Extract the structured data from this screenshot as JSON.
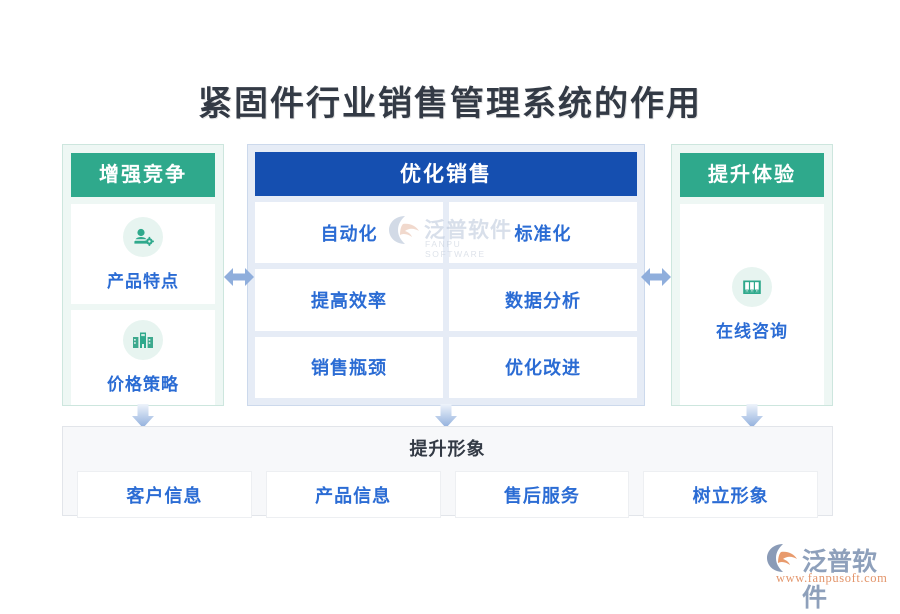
{
  "page": {
    "title": "紧固件行业销售管理系统的作用",
    "background": "#ffffff"
  },
  "colors": {
    "teal_header": "#2FA98C",
    "blue_header": "#154FB0",
    "cell_text_blue": "#2B6CD4",
    "side_panel_bg": "#eef7f4",
    "center_panel_bg": "#e6ecf6",
    "bottom_panel_bg": "#f7f8fa",
    "arrow_blue": "#8FAEDC",
    "title_text": "#333a45",
    "brand_orange": "#e3956b"
  },
  "left_panel": {
    "header": "增强竞争",
    "cells": [
      {
        "label": "产品特点",
        "icon": "user-gear-icon"
      },
      {
        "label": "价格策略",
        "icon": "buildings-icon"
      }
    ]
  },
  "center_panel": {
    "header": "优化销售",
    "cells": [
      {
        "label": "自动化"
      },
      {
        "label": "标准化"
      },
      {
        "label": "提高效率"
      },
      {
        "label": "数据分析"
      },
      {
        "label": "销售瓶颈"
      },
      {
        "label": "优化改进"
      }
    ]
  },
  "right_panel": {
    "header": "提升体验",
    "cells": [
      {
        "label": "在线咨询",
        "icon": "binders-icon"
      }
    ]
  },
  "bottom_panel": {
    "title": "提升形象",
    "cells": [
      {
        "label": "客户信息"
      },
      {
        "label": "产品信息"
      },
      {
        "label": "售后服务"
      },
      {
        "label": "树立形象"
      }
    ]
  },
  "watermark": {
    "name": "泛普软件",
    "subtitle": "FANPU SOFTWARE",
    "icon": "fanpu-logo-icon"
  },
  "brand": {
    "name": "泛普软件",
    "url": "www.fanpusoft.com",
    "icon": "fanpu-logo-icon"
  },
  "arrows": {
    "left_right_double": "double-headed-horizontal-arrow",
    "down": "down-arrow"
  }
}
